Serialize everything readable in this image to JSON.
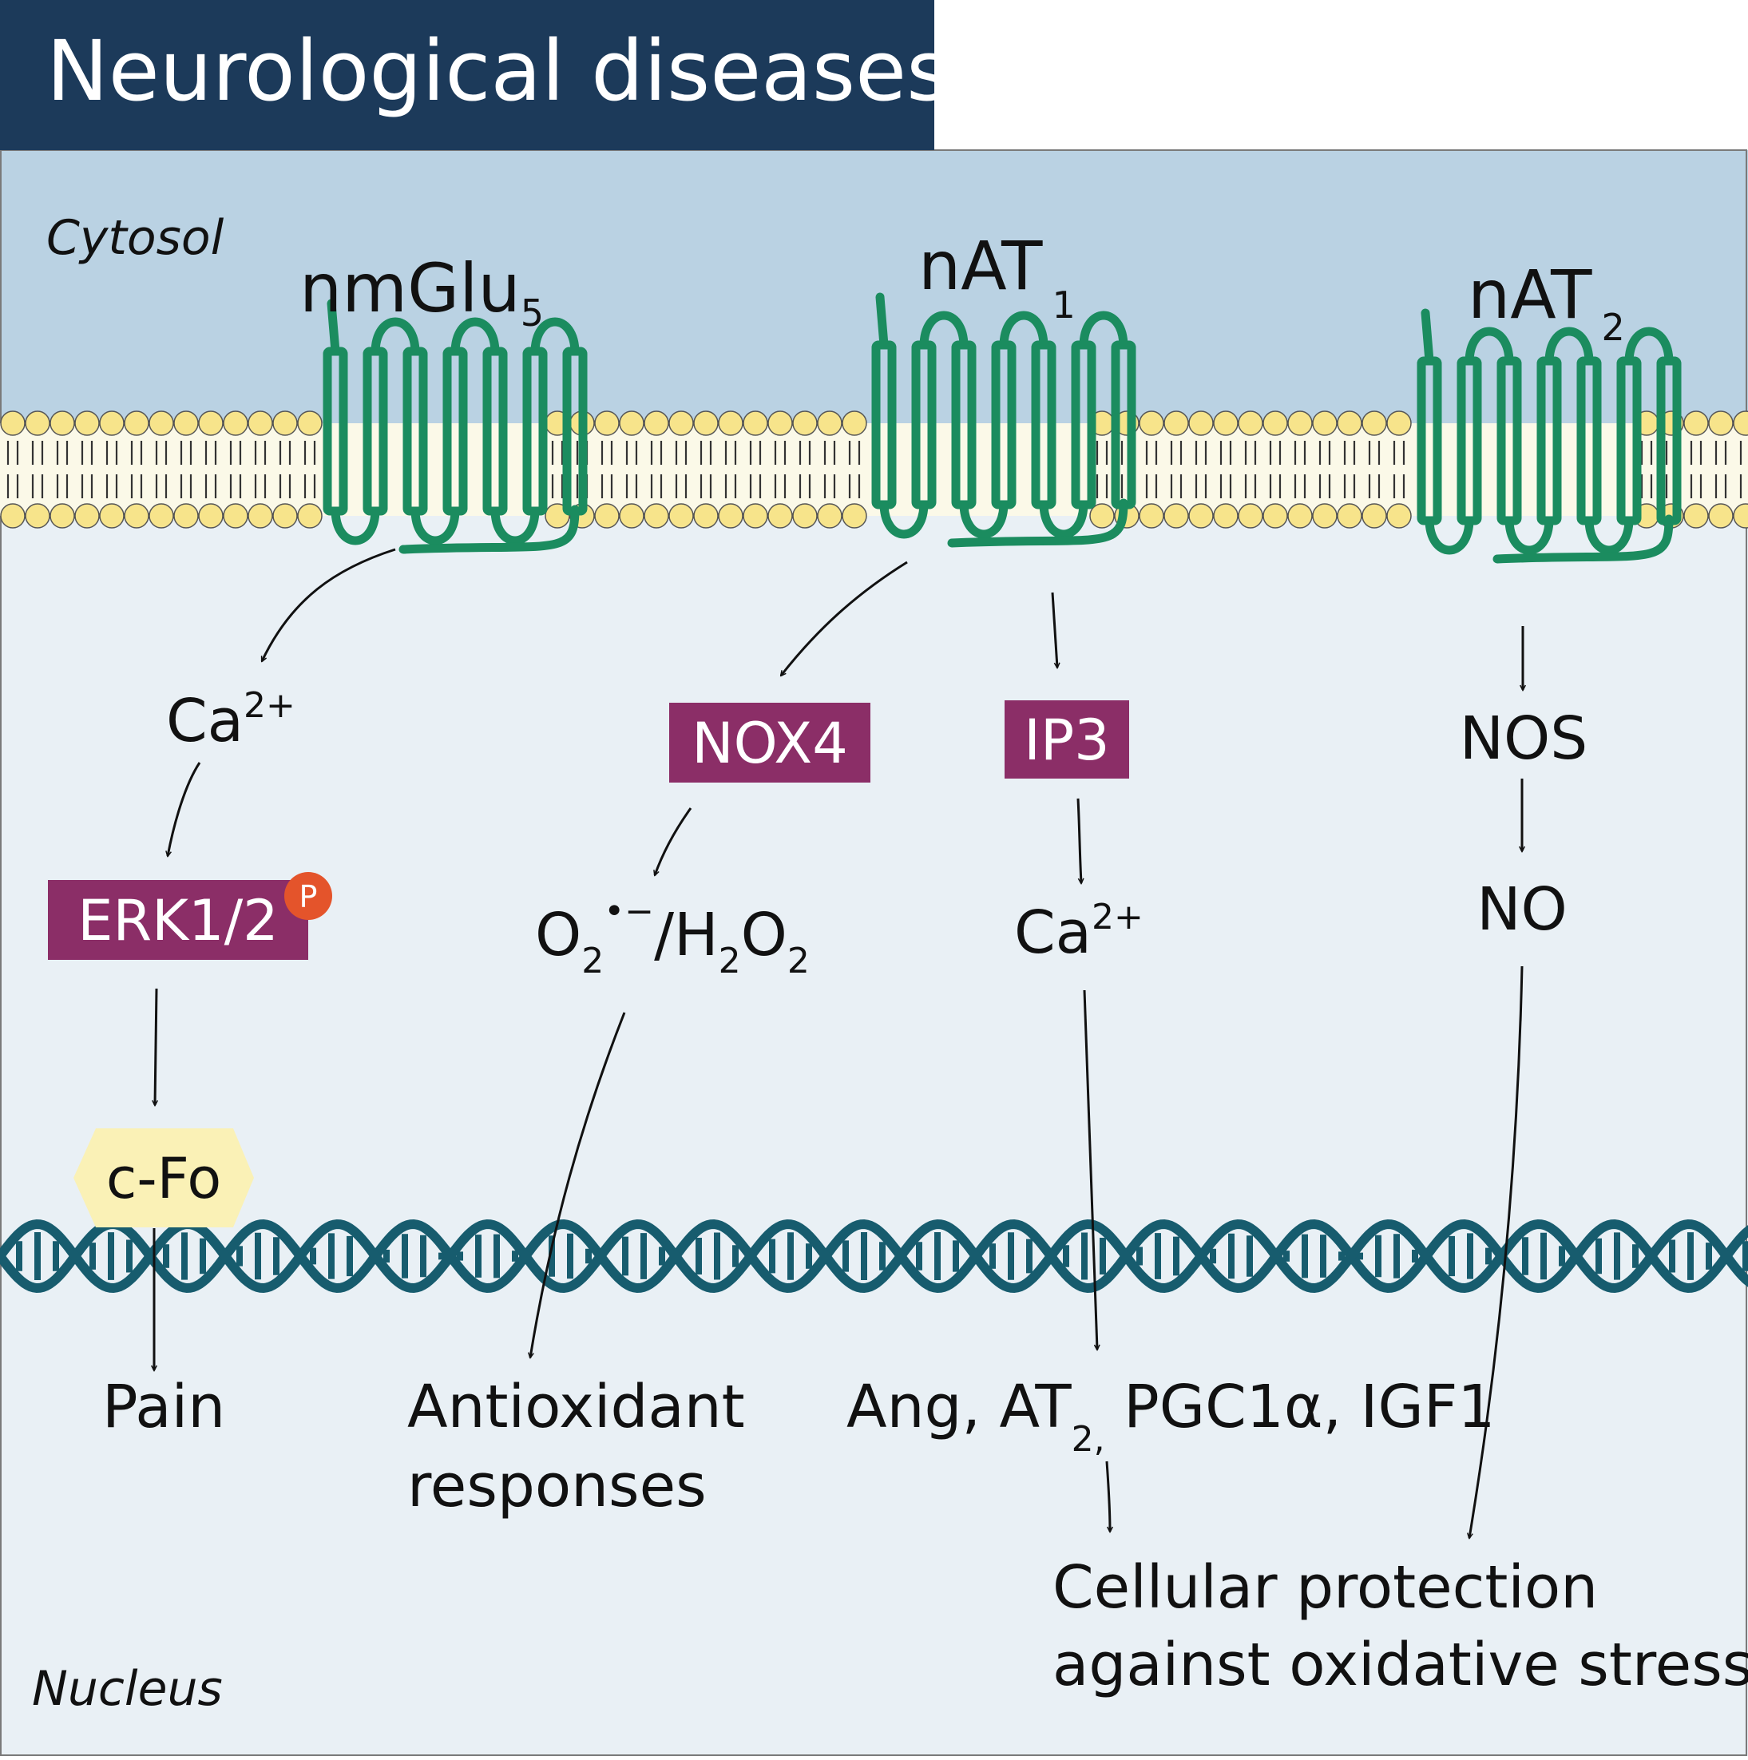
{
  "title": "Neurological diseases",
  "compartments": {
    "cytosol": "Cytosol",
    "nucleus": "Nucleus"
  },
  "receptors": {
    "mglu5": {
      "name": "nmGlu",
      "sub": "5"
    },
    "at1": {
      "name": "nAT",
      "sub": "1"
    },
    "at2": {
      "name": "nAT",
      "sub": "2"
    }
  },
  "mglu_pathway": {
    "ca": {
      "base": "Ca",
      "sup": "2+"
    },
    "erk": "ERK1/2",
    "phospho": "P",
    "cfos": "c-Fo",
    "outcome": "Pain"
  },
  "nox_pathway": {
    "nox4": "NOX4",
    "ros": {
      "o": "O",
      "o_sub": "2",
      "radical": "•−",
      "slash": "/H",
      "h_sub": "2",
      "o2": "O",
      "o2_sub": "2"
    },
    "outcome_line1": "Antioxidant",
    "outcome_line2": "responses"
  },
  "ip3_pathway": {
    "ip3": "IP3",
    "ca": {
      "base": "Ca",
      "sup": "2+"
    },
    "genes": {
      "pre": "Ang, AT",
      "sub": "2,",
      "post": " PGC1α, IGF1"
    },
    "outcome_line1": "Cellular protection",
    "outcome_line2": "against oxidative stress"
  },
  "nos_pathway": {
    "nos": "NOS",
    "no": "NO"
  },
  "colors": {
    "title_bg": "#1c3a5a",
    "cytosol_bg": "#bad2e3",
    "nucleus_bg": "#e9f0f5",
    "receptor": "#1b8c5f",
    "phospholipid_head": "#f7e48b",
    "enzyme_box": "#8b2e67",
    "phospho_badge": "#e4542b",
    "cfos_hex": "#faf1b6",
    "dna": "#175c6e"
  }
}
